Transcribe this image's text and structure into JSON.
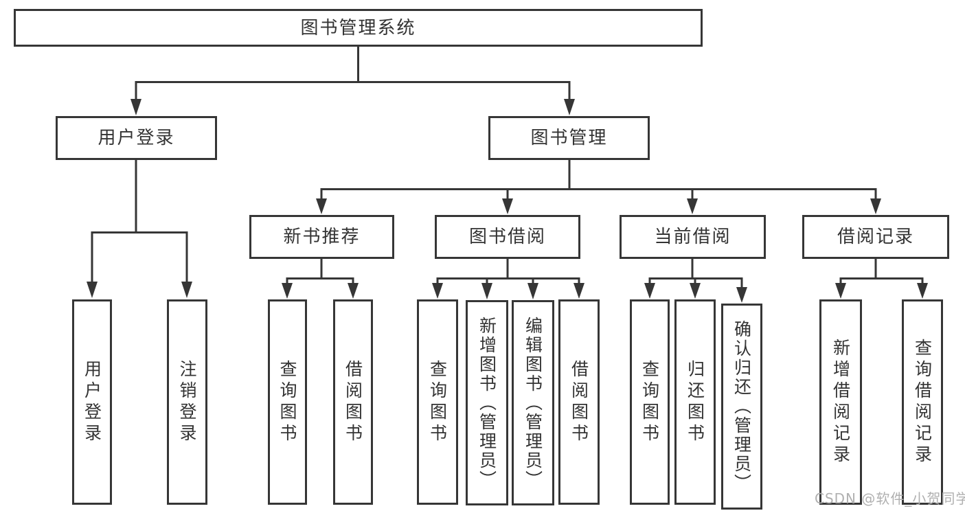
{
  "diagram": {
    "title": "图书管理系统",
    "colors": {
      "line": "#363636",
      "box_border": "#363636",
      "box_background": "#ffffff",
      "text": "#333333",
      "watermark": "#b0b0b0"
    },
    "nodes": {
      "root": "图书管理系统",
      "user_login_group": "用户登录",
      "book_management": "图书管理",
      "new_book_recommend": "新书推荐",
      "book_borrowing": "图书借阅",
      "current_borrowing": "当前借阅",
      "borrowing_records": "借阅记录",
      "user_login": "用户登录",
      "logout": "注销登录",
      "recommend_query_books": "查询图书",
      "recommend_borrow_books": "借阅图书",
      "borrowing_query_books": "查询图书",
      "borrowing_add_books": "新增图书（管理员）",
      "borrowing_edit_books": "编辑图书（管理员）",
      "borrowing_borrow_books": "借阅图书",
      "current_query_books": "查询图书",
      "current_return_books": "归还图书",
      "current_confirm_return": "确认归还（管理员）",
      "records_add_record": "新增借阅记录",
      "records_query_record": "查询借阅记录"
    },
    "watermark": "CSDN @软件_小贺同学"
  }
}
